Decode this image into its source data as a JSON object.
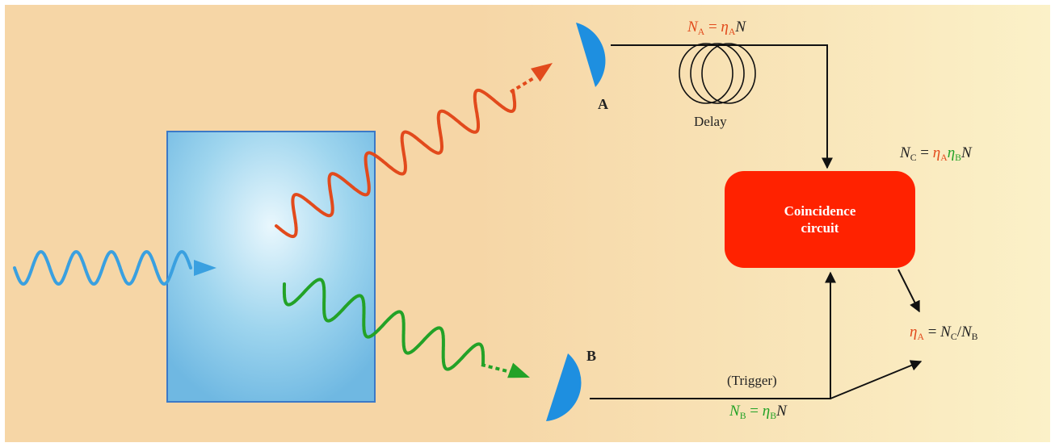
{
  "colors": {
    "background_left": "#f6d6a6",
    "background_right": "#fbf1c8",
    "crystal_fill": "#9ed5ee",
    "crystal_border": "#3b79c7",
    "pump_wave": "#3aa0e0",
    "photon_a": "#e24a1c",
    "photon_b": "#23a227",
    "detector": "#1e8fe0",
    "circuit": "#ff2200",
    "wire": "#111111",
    "text": "#222222"
  },
  "labels": {
    "detector_a": "A",
    "detector_b": "B",
    "delay": "Delay",
    "trigger": "(Trigger)",
    "circuit_line1": "Coincidence",
    "circuit_line2": "circuit"
  },
  "equations": {
    "na": {
      "lhs": "N",
      "lhs_sub": "A",
      "eq": "=",
      "r1": "η",
      "r1_sub": "A",
      "r2": "N"
    },
    "nb": {
      "lhs": "N",
      "lhs_sub": "B",
      "eq": "=",
      "r1": "η",
      "r1_sub": "B",
      "r2": "N"
    },
    "nc": {
      "lhs": "N",
      "lhs_sub": "C",
      "eq": "=",
      "r1": "η",
      "r1_sub": "A",
      "r2": "η",
      "r2_sub": "B",
      "r3": "N"
    },
    "eta": {
      "lhs": "η",
      "lhs_sub": "A",
      "eq": "=",
      "n1": "N",
      "n1_sub": "C",
      "slash": "/",
      "n2": "N",
      "n2_sub": "B"
    }
  }
}
